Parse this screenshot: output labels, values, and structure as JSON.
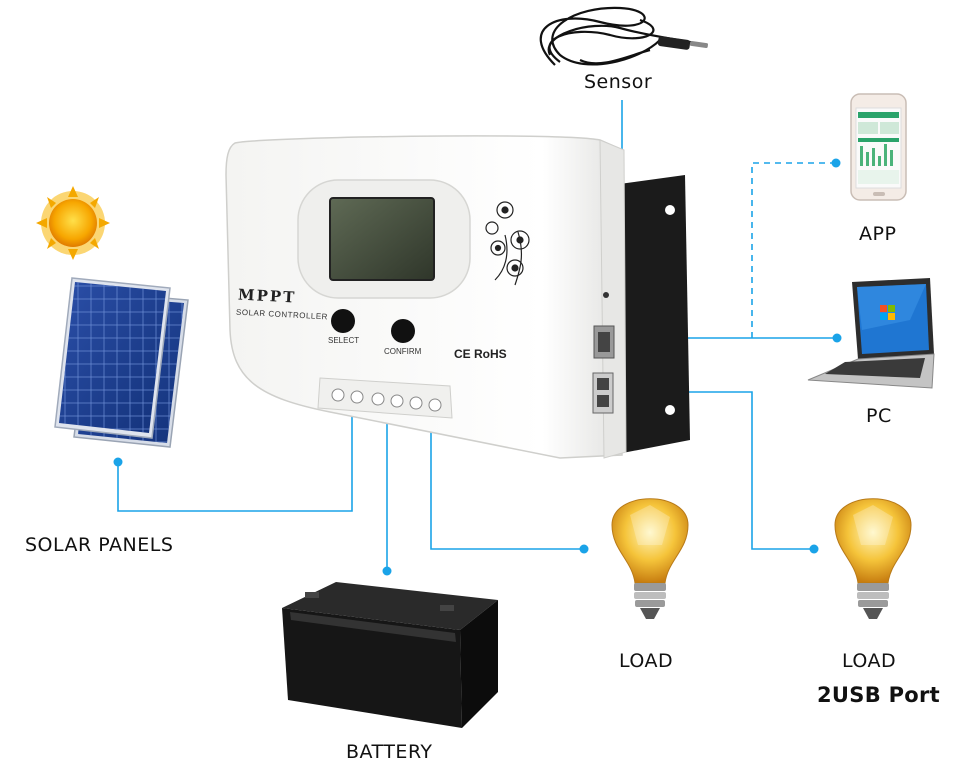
{
  "labels": {
    "sensor": "Sensor",
    "app": "APP",
    "pc": "PC",
    "solar_panels": "SOLAR PANELS",
    "battery": "BATTERY",
    "load_1": "LOAD",
    "load_2": "LOAD",
    "usb_port": "2USB Port"
  },
  "controller": {
    "brand": "MPPT",
    "subtitle": "SOLAR CONTROLLER",
    "button_select": "SELECT",
    "button_confirm": "CONFIRM",
    "certification": "CE RoHS"
  },
  "colors": {
    "connector_line": "#1aa3e8",
    "dashed_line": "#1aa3e8"
  }
}
